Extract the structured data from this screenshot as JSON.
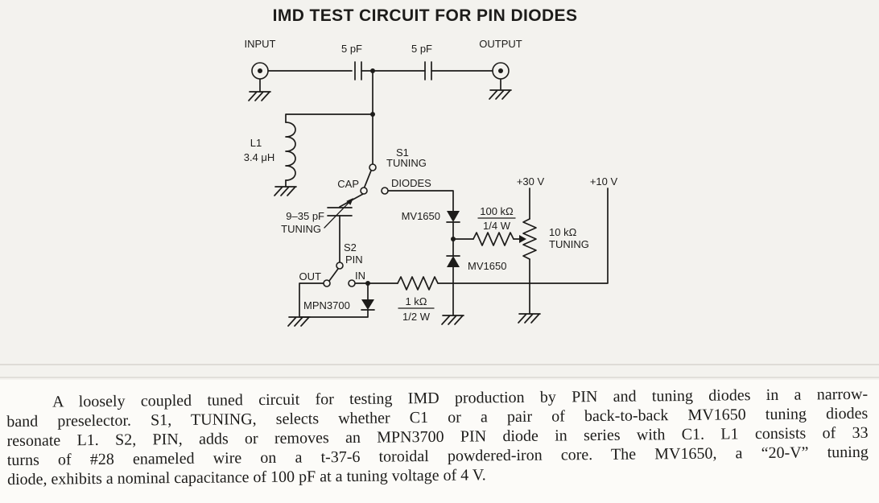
{
  "title": "IMD TEST CIRCUIT FOR PIN DIODES",
  "schematic": {
    "input_label": "INPUT",
    "output_label": "OUTPUT",
    "cap1_value": "5 pF",
    "cap2_value": "5 pF",
    "inductor_ref": "L1",
    "inductor_value": "3.4 μH",
    "switch1_ref": "S1",
    "switch1_name": "TUNING",
    "switch1_pos_cap": "CAP",
    "switch1_pos_diodes": "DIODES",
    "varcap_value": "9–35 pF",
    "varcap_name": "TUNING",
    "switch2_ref": "S2",
    "switch2_name": "PIN",
    "switch2_pos_out": "OUT",
    "switch2_pos_in": "IN",
    "pin_diode_part": "MPN3700",
    "tuning_diode_top": "MV1650",
    "tuning_diode_bottom": "MV1650",
    "r1_value": "100 kΩ",
    "r1_power": "1/4 W",
    "r2_value": "1 kΩ",
    "r2_power": "1/2 W",
    "pot_value": "10 kΩ",
    "pot_name": "TUNING",
    "supply_30": "+30 V",
    "supply_10": "+10 V"
  },
  "caption": {
    "lines": [
      "A loosely coupled tuned circuit for testing IMD production by PIN and tuning diodes in a narrow-",
      "band preselector. S1, TUNING, selects whether C1 or a pair of back-to-back MV1650 tuning diodes",
      "resonate L1. S2, PIN, adds or removes an MPN3700 PIN diode in series with C1. L1 consists of 33",
      "turns of #28 enameled wire on a t-37-6 toroidal powdered-iron core. The MV1650, a “20-V” tuning",
      "diode, exhibits a nominal capacitance of 100 pF at a tuning voltage of 4 V."
    ]
  },
  "colors": {
    "ink": "#1d1c1a",
    "paper_top": "#f3f2ee",
    "paper_bottom": "#fcfbf8",
    "rule": "#d9d7d1"
  }
}
